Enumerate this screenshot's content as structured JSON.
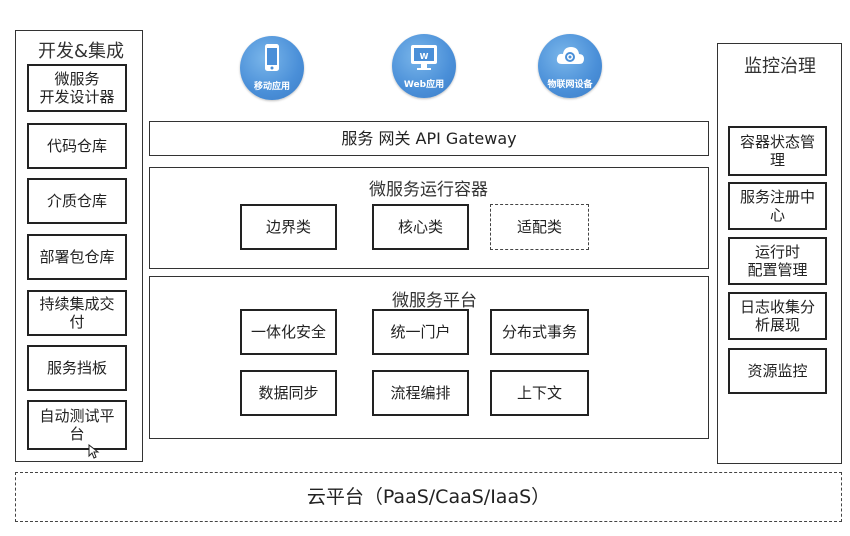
{
  "left_panel": {
    "title": "开发&集成",
    "items": [
      "微服务\n开发设计器",
      "代码仓库",
      "介质仓库",
      "部署包仓库",
      "持续集成交\n付",
      "服务挡板",
      "自动测试平\n台"
    ]
  },
  "right_panel": {
    "title": "监控治理",
    "items": [
      "容器状态管\n理",
      "服务注册中\n心",
      "运行时\n配置管理",
      "日志收集分\n析展现",
      "资源监控"
    ]
  },
  "icons": {
    "mobile": "移动应用",
    "web": "Web应用",
    "iot": "物联网设备"
  },
  "gateway": "服务 网关 API Gateway",
  "runtime": {
    "title": "微服务运行容器",
    "items": [
      "边界类",
      "核心类",
      "适配类"
    ]
  },
  "platform": {
    "title": "微服务平台",
    "items": [
      "一体化安全",
      "统一门户",
      "分布式事务",
      "数据同步",
      "流程编排",
      "上下文"
    ]
  },
  "cloud": "云平台（PaaS/CaaS/IaaS）",
  "colors": {
    "icon_blue": "#4a8fd8"
  }
}
